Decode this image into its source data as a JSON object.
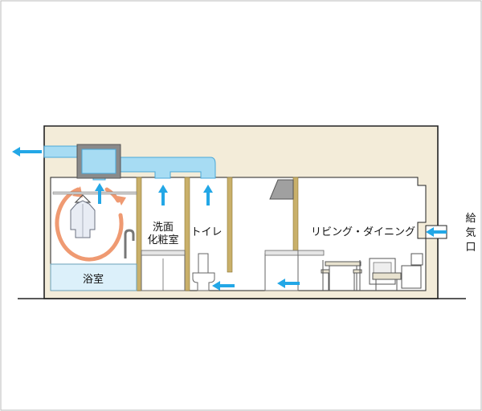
{
  "labels": {
    "bathroom": "浴室",
    "washroom_line1": "洗面",
    "washroom_line2": "化粧室",
    "toilet": "トイレ",
    "living": "リビング・ダイニング",
    "intake_1": "給",
    "intake_2": "気",
    "intake_3": "口"
  },
  "colors": {
    "wall": "#f3ecd9",
    "wall_edge": "#222222",
    "duct": "#a7dcf3",
    "duct_edge": "#4aa8d8",
    "arrow": "#23a7e6",
    "circulation": "#ef9a72",
    "partition": "#c9b06a",
    "fixture": "#ffffff",
    "fan_unit": "#8a8a8a"
  },
  "icons": {
    "fan": "ventilation-fan-icon",
    "shirt": "shirt-icon",
    "faucet": "faucet-icon",
    "toilet": "toilet-icon",
    "range_hood": "range-hood-icon",
    "table": "dining-table-icon",
    "chair": "chair-icon",
    "sofa": "sofa-icon"
  }
}
